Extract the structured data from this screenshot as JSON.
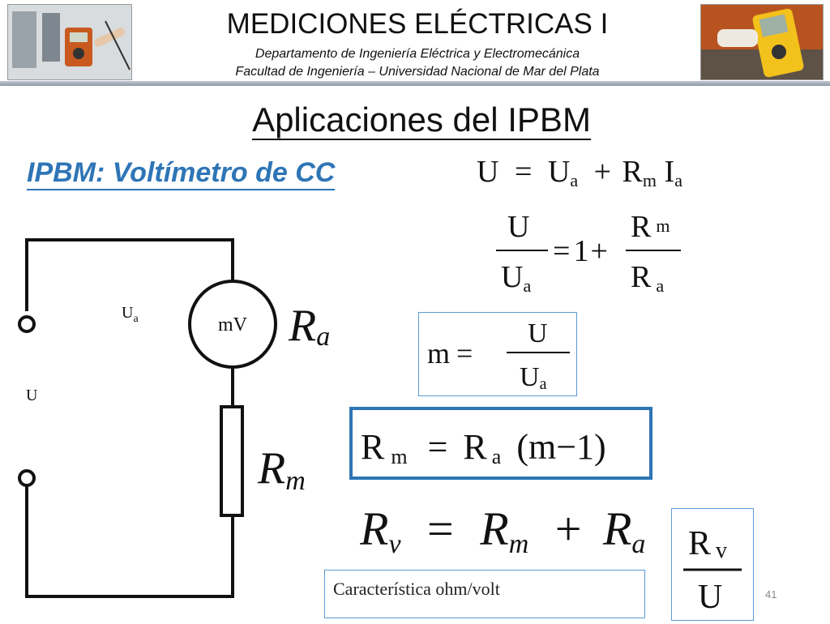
{
  "header": {
    "title": "MEDICIONES ELÉCTRICAS I",
    "department": "Departamento de Ingeniería Eléctrica y Electromecánica",
    "faculty": "Facultad de Ingeniería – Universidad Nacional de Mar del Plata"
  },
  "slide": {
    "title": "Aplicaciones del IPBM",
    "subtitle": "IPBM: Voltímetro de CC",
    "page_number": "41"
  },
  "circuit": {
    "meter_label": "mV",
    "ua_main": "U",
    "ua_sub": "a",
    "u_label": "U",
    "ra_main": "R",
    "ra_sub": "a",
    "rm_main": "R",
    "rm_sub": "m"
  },
  "eq1": {
    "U": "U",
    "eq": "=",
    "Ua": "U",
    "a1": "a",
    "plus": "+",
    "R": "R",
    "m": "m",
    "I": "I",
    "a2": "a"
  },
  "eq2": {
    "num_U": "U",
    "den_U": "U",
    "den_a": "a",
    "eq": "=",
    "one": "1",
    "plus": "+",
    "num_R": "R",
    "num_m": "m",
    "den_R": "R",
    "den_a2": "a"
  },
  "eq3": {
    "m": "m",
    "eq": "=",
    "num": "U",
    "den": "U",
    "den_sub": "a"
  },
  "eq4": {
    "R1": "R",
    "m1": "m",
    "eq": "=",
    "R2": "R",
    "a": "a",
    "paren": "(m−1)"
  },
  "eq5": {
    "R1": "R",
    "v": "v",
    "eq": "=",
    "R2": "R",
    "m": "m",
    "plus": "+",
    "R3": "R",
    "a": "a"
  },
  "eq6": {
    "num": "R",
    "num_sub": "v",
    "den": "U"
  },
  "caption": "Característica ohm/volt",
  "colors": {
    "accent": "#2e75b6",
    "box_border": "#2e75b6",
    "thin_box": "#5b9bd5"
  }
}
